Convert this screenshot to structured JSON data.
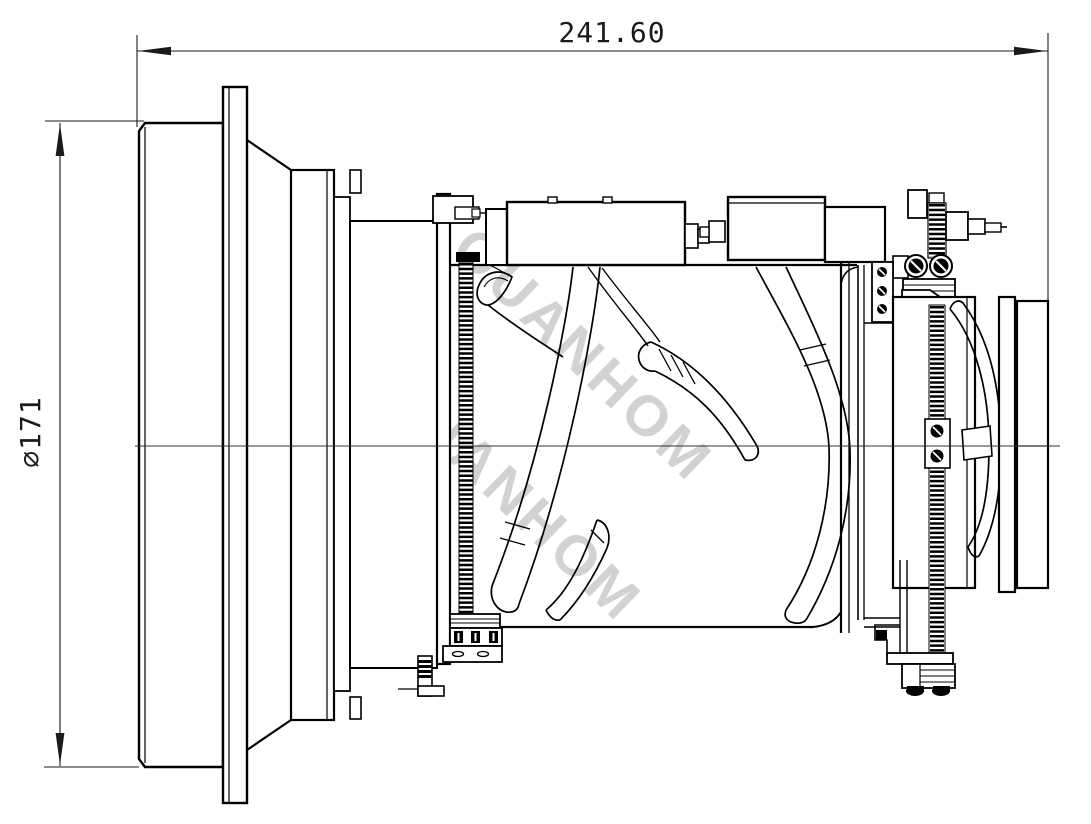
{
  "dimensions": {
    "overall_length": "241.60",
    "front_diameter": "⌀171"
  },
  "watermark": {
    "text": "QUANHOM",
    "color": "#c9c9c9"
  },
  "style": {
    "line_color": "#000000",
    "background": "#ffffff",
    "centerline_color": "#333333"
  }
}
